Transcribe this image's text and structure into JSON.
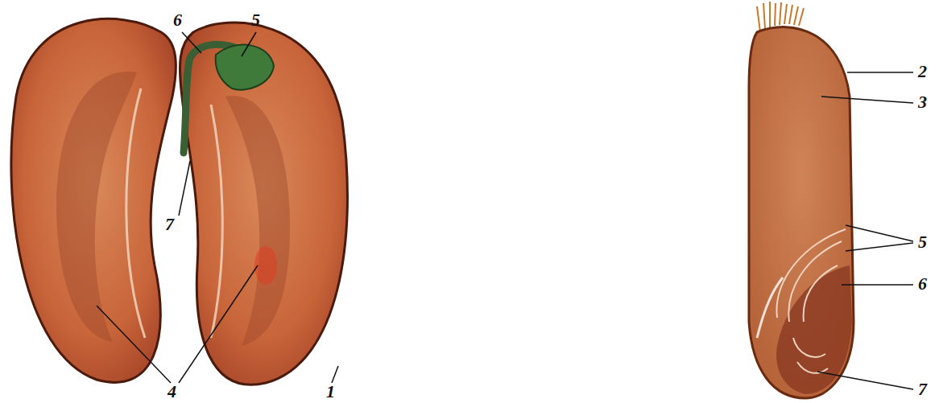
{
  "diagram": {
    "labels": [
      "6",
      "5",
      "7",
      "4",
      "1",
      "2",
      "3",
      "5",
      "6",
      "7"
    ]
  }
}
